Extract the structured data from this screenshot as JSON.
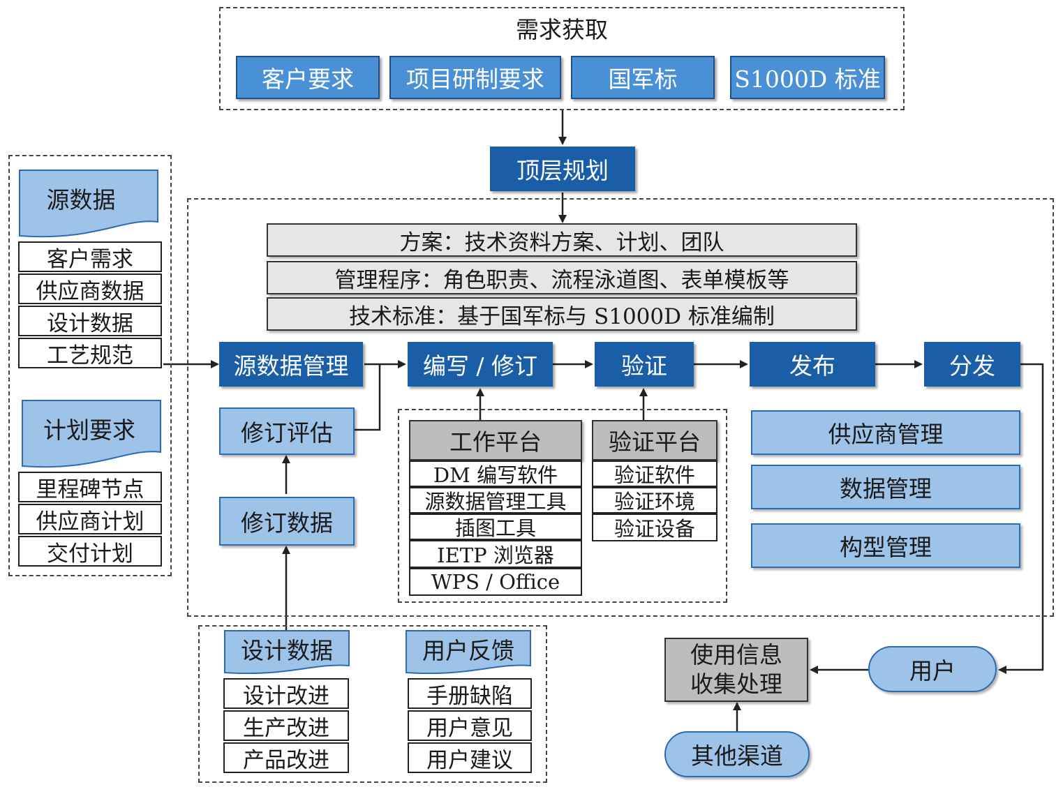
{
  "requirements": {
    "title": "需求获取",
    "items": [
      "客户要求",
      "项目研制要求",
      "国军标",
      "S1000D 标准"
    ]
  },
  "top_planning": "顶层规划",
  "plans": [
    "方案：技术资料方案、计划、团队",
    "管理程序：角色职责、流程泳道图、表单模板等",
    "技术标准：基于国军标与 S1000D 标准编制"
  ],
  "source_data": {
    "title": "源数据",
    "items": [
      "客户需求",
      "供应商数据",
      "设计数据",
      "工艺规范"
    ]
  },
  "plan_requirements": {
    "title": "计划要求",
    "items": [
      "里程碑节点",
      "供应商计划",
      "交付计划"
    ]
  },
  "process": [
    "源数据管理",
    "编写 / 修订",
    "验证",
    "发布",
    "分发"
  ],
  "revision_eval": "修订评估",
  "revision_data": "修订数据",
  "work_platform": {
    "title": "工作平台",
    "items": [
      "DM 编写软件",
      "源数据管理工具",
      "插图工具",
      "IETP 浏览器",
      "WPS / Office"
    ]
  },
  "verify_platform": {
    "title": "验证平台",
    "items": [
      "验证软件",
      "验证环境",
      "验证设备"
    ]
  },
  "management": [
    "供应商管理",
    "数据管理",
    "构型管理"
  ],
  "design_data": {
    "title": "设计数据",
    "items": [
      "设计改进",
      "生产改进",
      "产品改进"
    ]
  },
  "user_feedback": {
    "title": "用户反馈",
    "items": [
      "手册缺陷",
      "用户意见",
      "用户建议"
    ]
  },
  "usage_info": [
    "使用信息",
    "收集处理"
  ],
  "user": "用户",
  "other_channels": "其他渠道",
  "colors": {
    "dark_blue": "#1a5ea8",
    "light_blue": "#9dc3e9",
    "grey": "#e6e6e6",
    "dark_grey": "#bdbdbd"
  }
}
